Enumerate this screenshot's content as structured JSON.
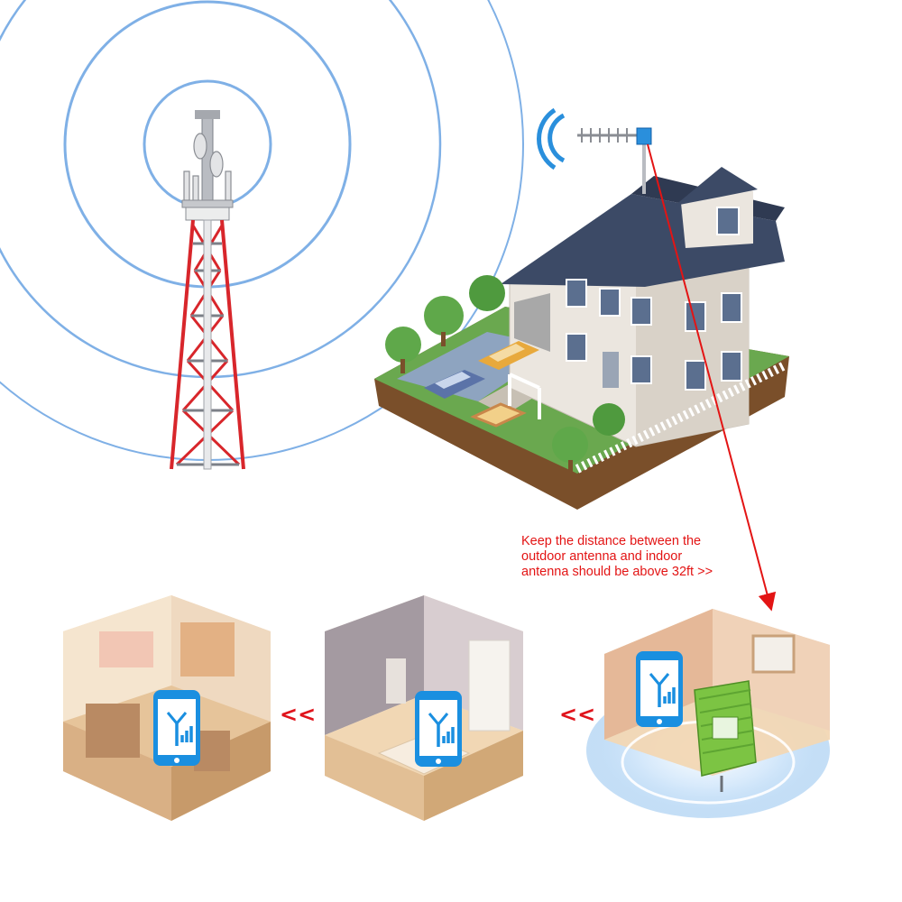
{
  "annotation": {
    "lines": [
      "Keep the distance between the",
      "outdoor antenna and indoor",
      "antenna should be above 32ft >>"
    ]
  },
  "flow_arrows": [
    "<<",
    "<<"
  ],
  "colors": {
    "signal_ring": "#7fb0e6",
    "tower_red": "#d8262b",
    "tower_grey": "#7c8088",
    "roof": "#3c4a66",
    "wall": "#ebe6df",
    "grass": "#6aa84f",
    "annotation_red": "#e31414",
    "booster_green": "#7cc443",
    "phone_blue": "#1a8fe0"
  }
}
